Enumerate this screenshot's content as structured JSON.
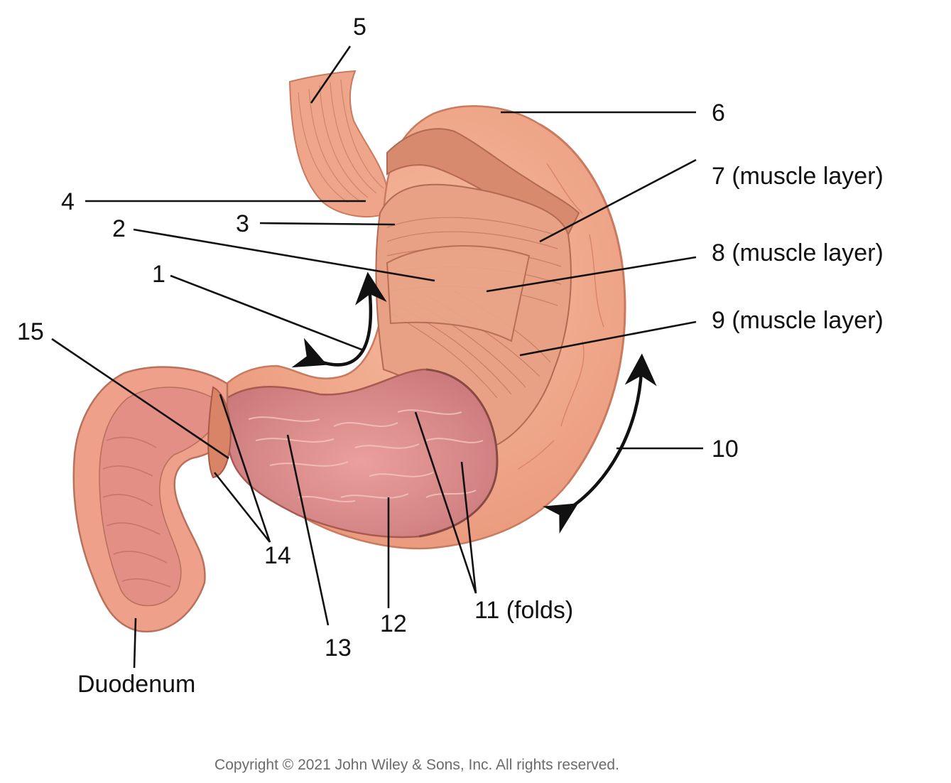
{
  "labels": {
    "l1": "1",
    "l2": "2",
    "l3": "3",
    "l4": "4",
    "l5": "5",
    "l6": "6",
    "l7": "7 (muscle layer)",
    "l8": "8 (muscle layer)",
    "l9": "9 (muscle layer)",
    "l10": "10",
    "l11": "11 (folds)",
    "l12": "12",
    "l13": "13",
    "l14": "14",
    "l15": "15",
    "duodenum": "Duodenum"
  },
  "copyright": "Copyright © 2021 John Wiley & Sons, Inc. All rights reserved.",
  "colors": {
    "tissue_outer": "#f2a98b",
    "tissue_dark": "#d98467",
    "tissue_light": "#f8c8ad",
    "mucosa": "#e08f8a",
    "mucosa_dark": "#c56f70",
    "muscle": "#e79a7b",
    "line": "#111111"
  }
}
